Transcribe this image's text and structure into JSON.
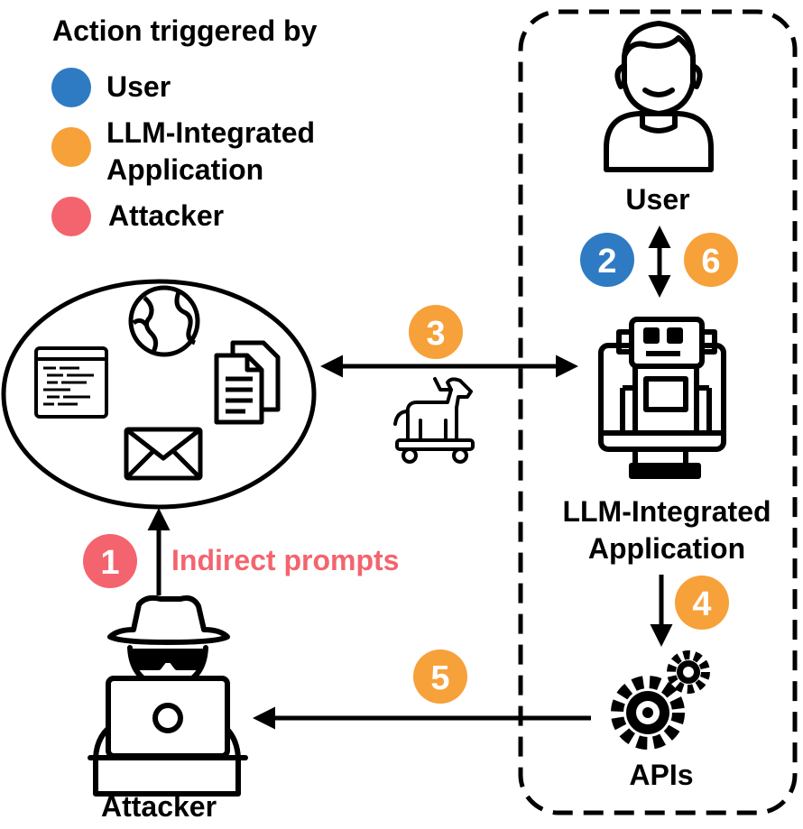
{
  "legend": {
    "title": "Action triggered by",
    "items": [
      {
        "label_lines": [
          "User"
        ],
        "color": "#2e7bc4"
      },
      {
        "label_lines": [
          "LLM-Integrated",
          "Application"
        ],
        "color": "#f7a13a"
      },
      {
        "label_lines": [
          "Attacker"
        ],
        "color": "#f4646e"
      }
    ]
  },
  "nodes": {
    "user": {
      "label": "User",
      "icon": "user-icon"
    },
    "app": {
      "label_lines": [
        "LLM-Integrated",
        "Application"
      ],
      "icon": "robot-monitor-icon"
    },
    "apis": {
      "label": "APIs",
      "icon": "gears-icon"
    },
    "attacker": {
      "label": "Attacker",
      "icon": "hacker-laptop-icon"
    },
    "sources": {
      "icons": [
        "globe-icon",
        "code-window-icon",
        "documents-icon",
        "envelope-icon"
      ]
    }
  },
  "steps": [
    {
      "number": "1",
      "actor": "Attacker",
      "color": "#f4646e"
    },
    {
      "number": "2",
      "actor": "User",
      "color": "#2e7bc4"
    },
    {
      "number": "3",
      "actor": "LLM-Integrated Application",
      "color": "#f7a13a"
    },
    {
      "number": "4",
      "actor": "LLM-Integrated Application",
      "color": "#f7a13a"
    },
    {
      "number": "5",
      "actor": "LLM-Integrated Application",
      "color": "#f7a13a"
    },
    {
      "number": "6",
      "actor": "LLM-Integrated Application",
      "color": "#f7a13a"
    }
  ],
  "annotations": {
    "indirect_prompts": "Indirect prompts",
    "indirect_prompts_color": "#f4646e",
    "trojan_icon": "trojan-horse-icon"
  }
}
